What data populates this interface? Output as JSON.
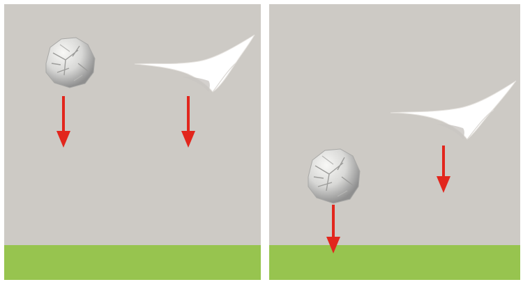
{
  "scene": {
    "description_hidden": "",
    "colors": {
      "wall": "#cdcac5",
      "grass": "#97c44f",
      "arrow": "#e2261d",
      "paper": "#ffffff",
      "paper_shadow": "#c9c6c2",
      "ball_light": "#ededeb",
      "ball_dark": "#8f8f8f",
      "frame": "#ffffff"
    },
    "panels": [
      {
        "id": "left",
        "objects": [
          {
            "kind": "crumpled-paper-ball",
            "motion": "falling"
          },
          {
            "kind": "flat-paper-sheet",
            "motion": "falling"
          }
        ]
      },
      {
        "id": "right",
        "objects": [
          {
            "kind": "crumpled-paper-ball",
            "motion": "falling"
          },
          {
            "kind": "flat-paper-sheet",
            "motion": "falling"
          }
        ]
      }
    ]
  }
}
